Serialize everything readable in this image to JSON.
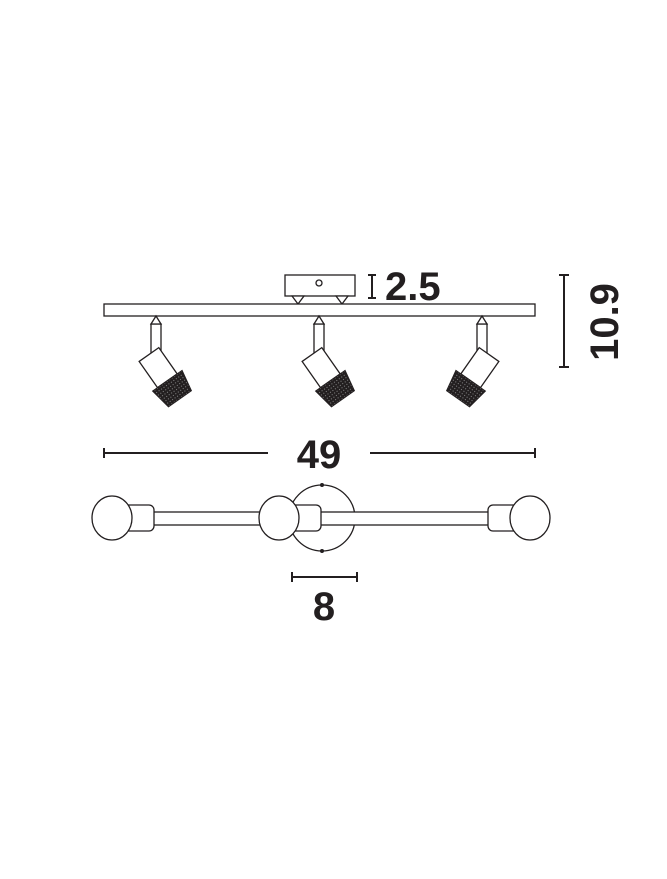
{
  "dimensions": {
    "canopy_height": "2.5",
    "total_height": "10.9",
    "total_length": "49",
    "canopy_diameter": "8"
  },
  "colors": {
    "line": "#231f20",
    "background": "#ffffff"
  }
}
